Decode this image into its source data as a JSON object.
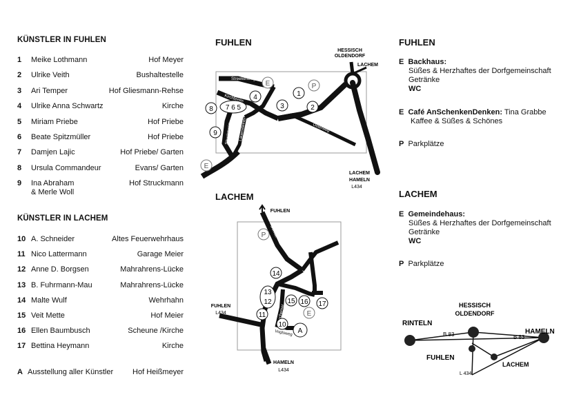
{
  "fuhlen_artists": {
    "heading": "KÜNSTLER IN FUHLEN",
    "rows": [
      {
        "num": "1",
        "name": "Meike Lothmann",
        "loc": "Hof Meyer"
      },
      {
        "num": "2",
        "name": "Ulrike Veith",
        "loc": "Bushaltestelle"
      },
      {
        "num": "3",
        "name": "Ari Temper",
        "loc": "Hof Gliesmann-Rehse"
      },
      {
        "num": "4",
        "name": "Ulrike Anna Schwartz",
        "loc": "Kirche"
      },
      {
        "num": "5",
        "name": "Miriam Priebe",
        "loc": "Hof Priebe"
      },
      {
        "num": "6",
        "name": "Beate Spitzmüller",
        "loc": "Hof Priebe"
      },
      {
        "num": "7",
        "name": "Damjen Lajic",
        "loc": "Hof Priebe/ Garten"
      },
      {
        "num": "8",
        "name": "Ursula Commandeur",
        "loc": "Evans/ Garten"
      },
      {
        "num": "9",
        "name": "Ina Abraham",
        "name2": "& Merle Woll",
        "loc": "Hof Struckmann"
      }
    ]
  },
  "lachem_artists": {
    "heading": "KÜNSTLER IN LACHEM",
    "rows": [
      {
        "num": "10",
        "name": "A. Schneider",
        "loc": "Altes Feuerwehrhaus"
      },
      {
        "num": "11",
        "name": "Nico Lattermann",
        "loc": "Garage Meier"
      },
      {
        "num": "12",
        "name": "Anne D. Borgsen",
        "loc": "Mahrahrens-Lücke"
      },
      {
        "num": "13",
        "name": "B. Fuhrmann-Mau",
        "loc": "Mahrahrens-Lücke"
      },
      {
        "num": "14",
        "name": "Malte Wulf",
        "loc": "Wehrhahn"
      },
      {
        "num": "15",
        "name": "Veit Mette",
        "loc": "Hof Meier"
      },
      {
        "num": "16",
        "name": "Ellen Baumbusch",
        "loc": "Scheune /Kirche"
      },
      {
        "num": "17",
        "name": "Bettina Heymann",
        "loc": "Kirche"
      }
    ]
  },
  "exhibition": {
    "num": "A",
    "name": "Ausstellung aller Künstler",
    "loc": "Hof Heißmeyer"
  },
  "map_fuhlen": {
    "title": "FUHLEN",
    "streets": [
      "Streekenweg",
      "Kirchbreite",
      "Struckmann",
      "Lauensteiner",
      "Lachemer Straße",
      "Osterweg"
    ],
    "markers": [
      "1",
      "2",
      "3",
      "4",
      "7 6 5",
      "8",
      "9",
      "E",
      "E",
      "P"
    ],
    "labels": {
      "top_line1": "HESSISCH",
      "top_line2": "OLDENDORF",
      "lachem": "LACHEM",
      "bottom_line1": "LACHEM",
      "bottom_line2": "HAMELN",
      "bottom_line3": "L434"
    }
  },
  "map_lachem": {
    "title": "LACHEM",
    "streets": [
      "Dorfstr.",
      "Mühlenweg",
      "Hainholz",
      "Lachemer",
      "Vogtsweg"
    ],
    "markers": [
      "P",
      "14",
      "13",
      "12",
      "11",
      "10",
      "15",
      "16",
      "17",
      "E",
      "A"
    ],
    "labels": {
      "fuhlen_top": "FUHLEN",
      "left_line1": "FUHLEN",
      "left_line2": "L434",
      "bottom_line1": "HAMELN",
      "bottom_line2": "L434"
    }
  },
  "info_fuhlen": {
    "title": "FUHLEN",
    "backhaus_code": "E",
    "backhaus_name": "Backhaus:",
    "backhaus_line1": "Süßes & Herzhaftes der Dorfgemeinschaft",
    "backhaus_line2": "Getränke",
    "backhaus_wc": "WC",
    "cafe_code": "E",
    "cafe_name": "Café AnSchenkenDenken:",
    "cafe_owner": "Tina Grabbe",
    "cafe_line": "Kaffee & Süßes & Schönes",
    "parking_code": "P",
    "parking": "Parkplätze"
  },
  "info_lachem": {
    "title": "LACHEM",
    "haus_code": "E",
    "haus_name": "Gemeindehaus:",
    "haus_line1": "Süßes & Herzhaftes der Dorfgemeinschaft",
    "haus_line2": "Getränke",
    "haus_wc": "WC",
    "parking_code": "P",
    "parking": "Parkplätze"
  },
  "overview_map": {
    "hessisch": "HESSISCH",
    "oldendorf": "OLDENDORF",
    "rinteln": "RINTELN",
    "hameln": "HAMELN",
    "fuhlen": "FUHLEN",
    "lachem": "LACHEM",
    "b83_left": "B 83",
    "b83_right": "B 83",
    "l434": "L 434"
  }
}
